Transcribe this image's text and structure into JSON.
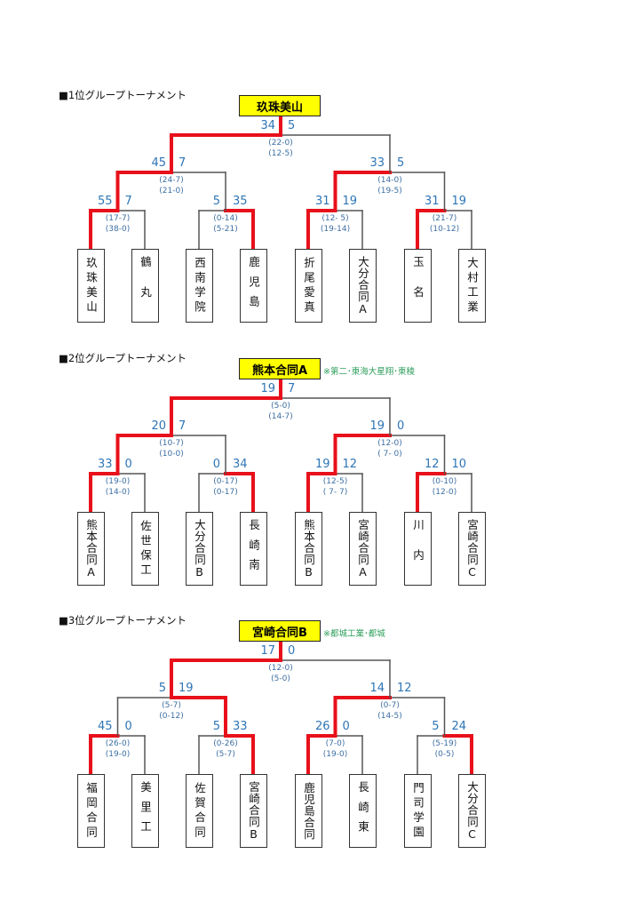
{
  "sections": [
    {
      "title": "■1位グループトーナメント",
      "champion": "玖珠美山",
      "note": "",
      "teams": [
        "玖珠美山",
        "鶴丸",
        "西南学院",
        "鹿児島",
        "折尾愛真",
        "大分合同A",
        "玉名",
        "大村工業"
      ],
      "root": {
        "left": "34",
        "right": "5",
        "winner": "L",
        "sets": [
          "(22-0)",
          "(12-5)"
        ]
      },
      "semis": [
        {
          "left": "45",
          "right": "7",
          "winner": "L",
          "sets": [
            "(24-7)",
            "(21-0)"
          ]
        },
        {
          "left": "33",
          "right": "5",
          "winner": "L",
          "sets": [
            "(14-0)",
            "(19-5)"
          ]
        }
      ],
      "quarters": [
        {
          "left": "55",
          "right": "7",
          "winner": "L",
          "sets": [
            "(17-7)",
            "(38-0)"
          ]
        },
        {
          "left": "5",
          "right": "35",
          "winner": "R",
          "sets": [
            "(0-14)",
            "(5-21)"
          ]
        },
        {
          "left": "31",
          "right": "19",
          "winner": "L",
          "sets": [
            "(12- 5)",
            "(19-14)"
          ]
        },
        {
          "left": "31",
          "right": "19",
          "winner": "L",
          "sets": [
            "(21-7)",
            "(10-12)"
          ]
        }
      ]
    },
    {
      "title": "■2位グループトーナメント",
      "champion": "熊本合同A",
      "note": "※第二･東海大星翔･東稜",
      "teams": [
        "熊本合同A",
        "佐世保工",
        "大分合同B",
        "長崎南",
        "熊本合同B",
        "宮崎合同A",
        "川内",
        "宮崎合同C"
      ],
      "root": {
        "left": "19",
        "right": "7",
        "winner": "L",
        "sets": [
          "(5-0)",
          "(14-7)"
        ]
      },
      "semis": [
        {
          "left": "20",
          "right": "7",
          "winner": "L",
          "sets": [
            "(10-7)",
            "(10-0)"
          ]
        },
        {
          "left": "19",
          "right": "0",
          "winner": "L",
          "sets": [
            "(12-0)",
            "( 7- 0)"
          ]
        }
      ],
      "quarters": [
        {
          "left": "33",
          "right": "0",
          "winner": "L",
          "sets": [
            "(19-0)",
            "(14-0)"
          ]
        },
        {
          "left": "0",
          "right": "34",
          "winner": "R",
          "sets": [
            "(0-17)",
            "(0-17)"
          ]
        },
        {
          "left": "19",
          "right": "12",
          "winner": "L",
          "sets": [
            "(12-5)",
            "( 7- 7)"
          ]
        },
        {
          "left": "12",
          "right": "10",
          "winner": "L",
          "sets": [
            "(0-10)",
            "(12-0)"
          ]
        }
      ]
    },
    {
      "title": "■3位グループトーナメント",
      "champion": "宮崎合同B",
      "note": "※都城工業･都城",
      "teams": [
        "福岡合同",
        "美里工",
        "佐賀合同",
        "宮崎合同B",
        "鹿児島合同",
        "長崎東",
        "門司学園",
        "大分合同C"
      ],
      "root": {
        "left": "17",
        "right": "0",
        "winner": "L",
        "sets": [
          "(12-0)",
          "(5-0)"
        ]
      },
      "semis": [
        {
          "left": "5",
          "right": "19",
          "winner": "R",
          "sets": [
            "(5-7)",
            "(0-12)"
          ]
        },
        {
          "left": "14",
          "right": "12",
          "winner": "L",
          "sets": [
            "(0-7)",
            "(14-5)"
          ]
        }
      ],
      "quarters": [
        {
          "left": "45",
          "right": "0",
          "winner": "L",
          "sets": [
            "(26-0)",
            "(19-0)"
          ]
        },
        {
          "left": "5",
          "right": "33",
          "winner": "R",
          "sets": [
            "(0-26)",
            "(5-7)"
          ]
        },
        {
          "left": "26",
          "right": "0",
          "winner": "L",
          "sets": [
            "(7-0)",
            "(19-0)"
          ]
        },
        {
          "left": "5",
          "right": "24",
          "winner": "R",
          "sets": [
            "(5-19)",
            "(0-5)"
          ]
        }
      ]
    }
  ],
  "colors": {
    "winner_line": "#e8101a",
    "loser_line": "#555555",
    "champion_bg": "#ffff00",
    "score": "#2e75b6",
    "note": "#2e9e5b"
  }
}
